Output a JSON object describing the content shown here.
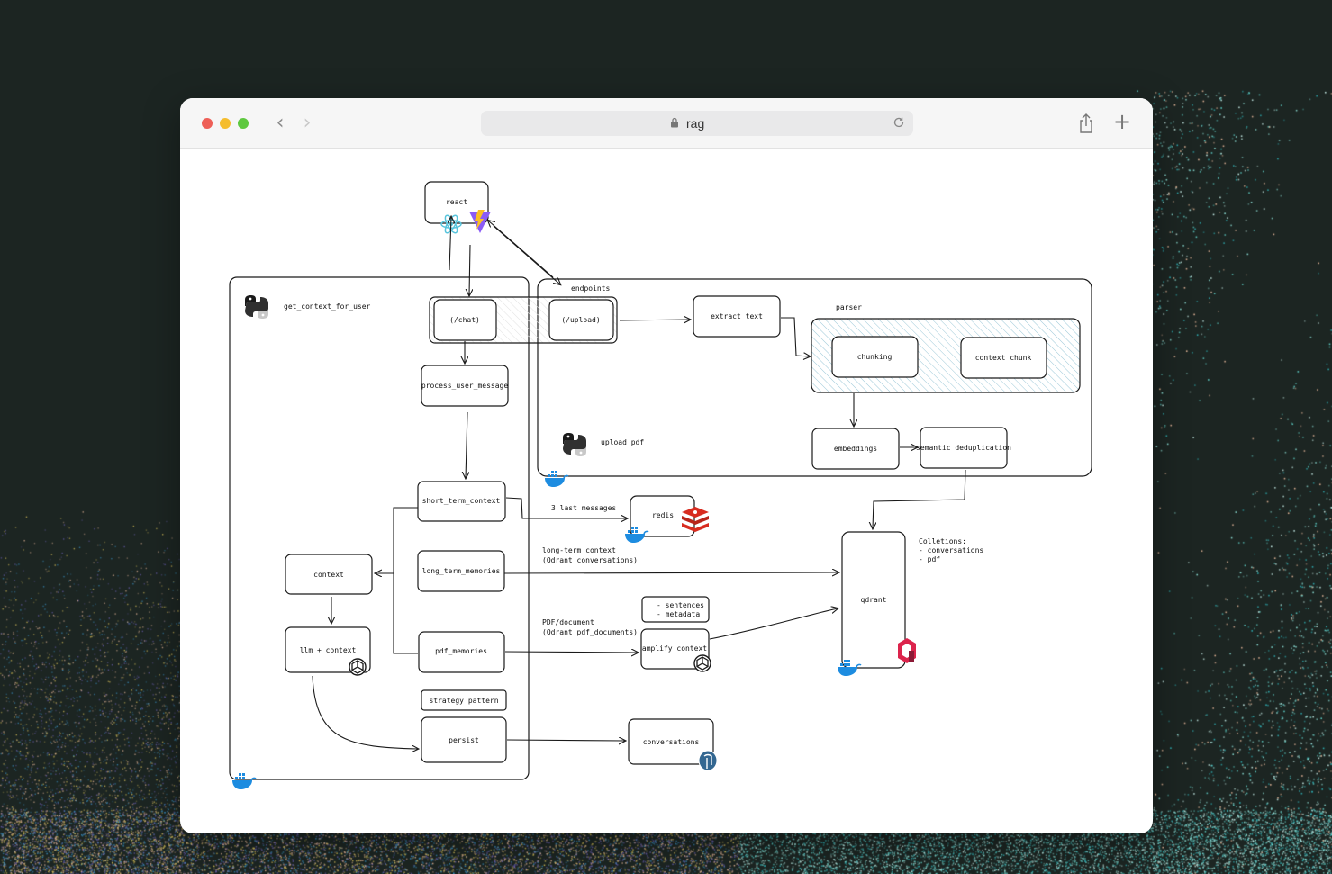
{
  "browser": {
    "url": "rag"
  },
  "diagram": {
    "react": "react",
    "endpoints": "endpoints",
    "get_context_for_user": "get_context_for_user",
    "chat": "(/chat)",
    "upload": "(/upload)",
    "extract_text": "extract text",
    "parser": "parser",
    "chunking": "chunking",
    "context_chunk": "context chunk",
    "upload_pdf": "upload_pdf",
    "embeddings": "embeddings",
    "semantic_dedup": "semantic deduplication",
    "process_user_message": "process_user_message",
    "short_term_context": "short_term_context",
    "last_messages": "3 last messages",
    "redis": "redis",
    "long_term_memories": "long_term_memories",
    "long_term_label_1": "long-term context",
    "long_term_label_2": "(Qdrant conversations)",
    "context": "context",
    "llm_context": "llm + context",
    "pdf_memories": "pdf_memories",
    "pdf_label_1": "PDF/document",
    "pdf_label_2": "(Qdrant pdf_documents)",
    "sentences_1": "- sentences",
    "sentences_2": "- metadata",
    "amplify_context": "amplify context",
    "qdrant": "qdrant",
    "collections_1": "Colletions:",
    "collections_2": "- conversations",
    "collections_3": "- pdf",
    "strategy_pattern": "strategy pattern",
    "persist": "persist",
    "conversations": "conversations"
  },
  "colors": {
    "react": "#58c4dc",
    "vite": "#8b5cf6",
    "docker": "#1d8ce0",
    "redis": "#d82c20",
    "qdrant": "#dc244c",
    "postgres": "#336791",
    "python": "#1a1a1a",
    "hatch": "#9cc8d8"
  },
  "icons": [
    "react-icon",
    "vite-icon",
    "python-icon",
    "docker-icon",
    "redis-icon",
    "openai-icon",
    "qdrant-icon",
    "postgres-icon",
    "lock-icon",
    "reload-icon",
    "share-icon",
    "plus-icon"
  ]
}
